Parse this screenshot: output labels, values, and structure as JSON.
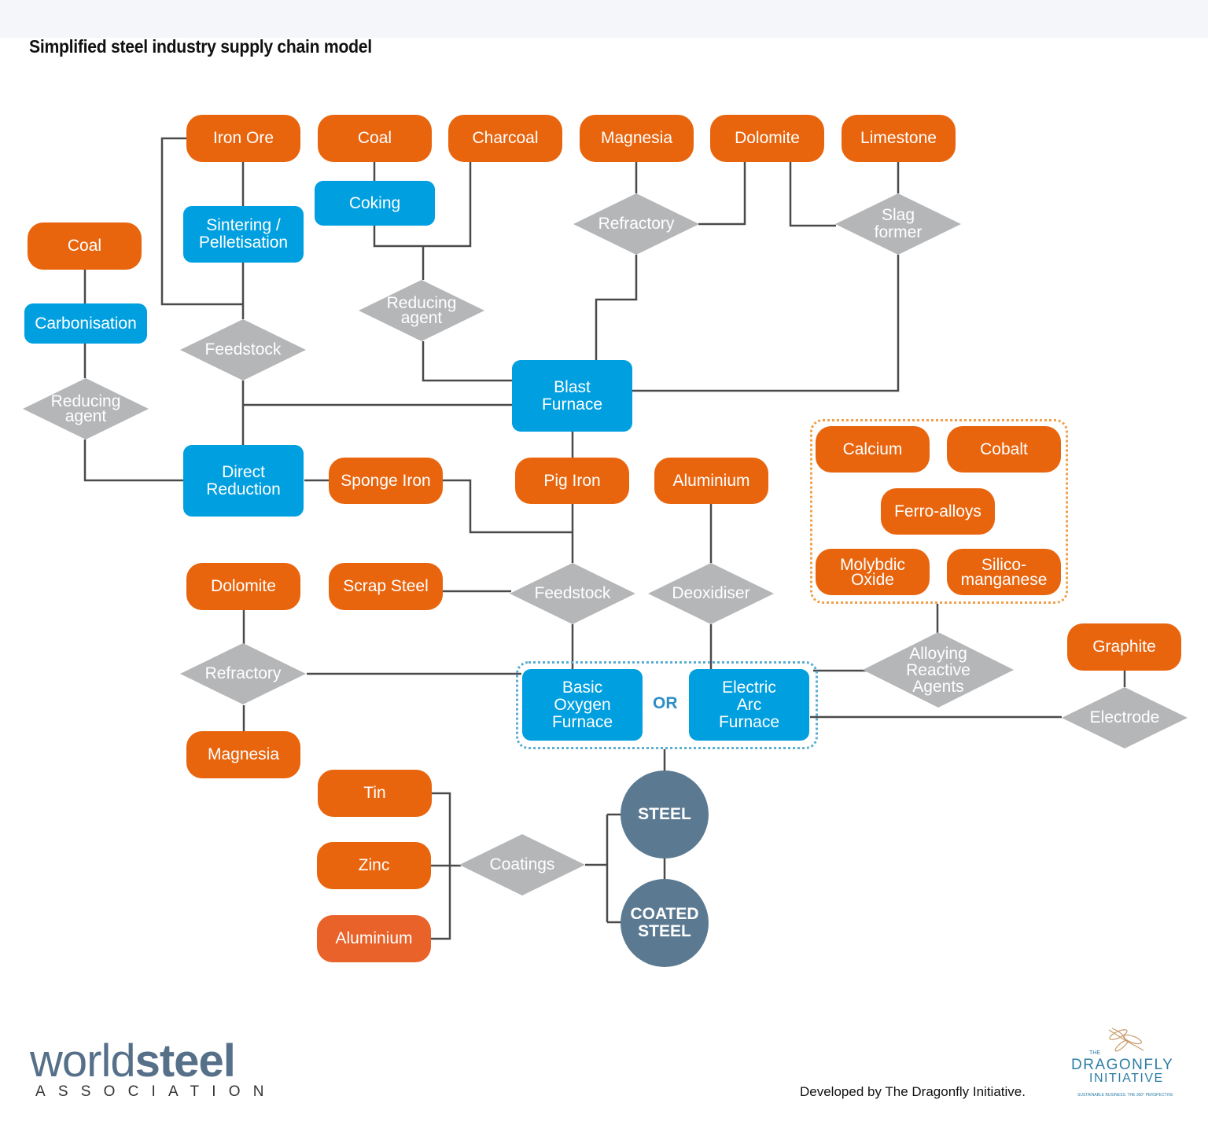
{
  "title": "Simplified steel industry supply chain model",
  "nodes": {
    "iron_ore": "Iron Ore",
    "coal_top": "Coal",
    "charcoal": "Charcoal",
    "magnesia_top": "Magnesia",
    "dolomite_top": "Dolomite",
    "limestone": "Limestone",
    "coal_left": "Coal",
    "carbonisation": "Carbonisation",
    "sintering": "Sintering / Pelletisation",
    "coking": "Coking",
    "refractory_top": "Refractory",
    "slag_former": "Slag former",
    "reducing_agent_mid": "Reducing agent",
    "feedstock_top": "Feedstock",
    "reducing_agent_left": "Reducing agent",
    "blast_furnace": "Blast Furnace",
    "direct_reduction": "Direct Reduction",
    "sponge_iron": "Sponge Iron",
    "pig_iron": "Pig Iron",
    "aluminium_deox": "Aluminium",
    "calcium": "Calcium",
    "cobalt": "Cobalt",
    "ferro_alloys": "Ferro-alloys",
    "molybdic_oxide": "Molybdic Oxide",
    "silico_manganese": "Silico-manganese",
    "dolomite_bottom": "Dolomite",
    "scrap_steel": "Scrap Steel",
    "feedstock_bottom": "Feedstock",
    "deoxidiser": "Deoxidiser",
    "refractory_bottom": "Refractory",
    "bof": "Basic Oxygen Furnace",
    "or": "OR",
    "eaf": "Electric Arc Furnace",
    "alloying_agents": "Alloying Reactive Agents",
    "graphite": "Graphite",
    "electrode": "Electrode",
    "magnesia_bottom": "Magnesia",
    "tin": "Tin",
    "zinc": "Zinc",
    "aluminium_coat": "Aluminium",
    "coatings": "Coatings",
    "steel": "STEEL",
    "coated_steel": "COATED STEEL"
  },
  "footer": {
    "logo_word_light": "world",
    "logo_word_bold": "steel",
    "logo_sub": "ASSOCIATION",
    "credit": "Developed by The Dragonfly Initiative.",
    "df_the": "THE",
    "df_name": "DRAGONFLY",
    "df_initiative": "INITIATIVE",
    "df_tagline": "SUSTAINABLE BUSINESS: THE 360° PERSPECTIVE"
  },
  "colors": {
    "raw_material": "#e8650e",
    "process": "#009fe0",
    "function": "#b5b6b8",
    "product": "#5b7a92",
    "connector": "#4a4a4a",
    "alloy_group_border": "#f0a04b",
    "furnace_group_border": "#5aaed2"
  }
}
